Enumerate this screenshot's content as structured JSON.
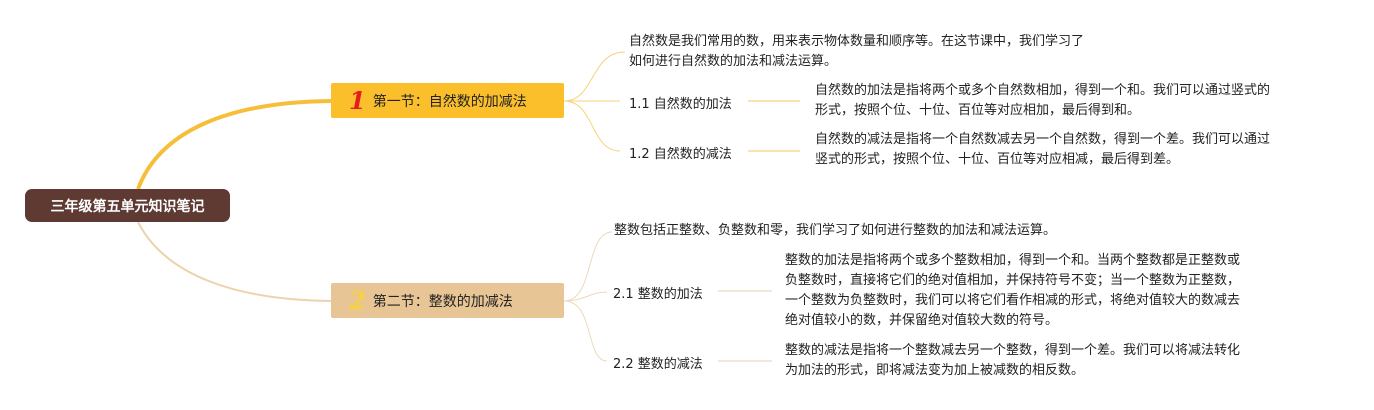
{
  "root": {
    "label": "三年级第五单元知识笔记"
  },
  "sections": [
    {
      "number": "1",
      "title": "第一节：自然数的加减法",
      "intro": [
        "自然数是我们常用的数，用来表示物体数量和顺序等。在这节课中，我们学习了",
        "如何进行自然数的加法和减法运算。"
      ],
      "items": [
        {
          "label": "1.1 自然数的加法",
          "desc": [
            "自然数的加法是指将两个或多个自然数相加，得到一个和。我们可以通过竖式的",
            "形式，按照个位、十位、百位等对应相加，最后得到和。"
          ]
        },
        {
          "label": "1.2 自然数的减法",
          "desc": [
            "自然数的减法是指将一个自然数减去另一个自然数，得到一个差。我们可以通过",
            "竖式的形式，按照个位、十位、百位等对应相减，最后得到差。"
          ]
        }
      ]
    },
    {
      "number": "2",
      "title": "第二节：整数的加减法",
      "intro": [
        "整数包括正整数、负整数和零，我们学习了如何进行整数的加法和减法运算。"
      ],
      "items": [
        {
          "label": "2.1 整数的加法",
          "desc": [
            "整数的加法是指将两个或多个整数相加，得到一个和。当两个整数都是正整数或",
            "负整数时，直接将它们的绝对值相加，并保持符号不变；当一个整数为正整数，",
            "一个整数为负整数时，我们可以将它们看作相减的形式，将绝对值较大的数减去",
            "绝对值较小的数，并保留绝对值较大数的符号。"
          ]
        },
        {
          "label": "2.2 整数的减法",
          "desc": [
            "整数的减法是指将一个整数减去另一个整数，得到一个差。我们可以将减法转化",
            "为加法的形式，即将减法变为加上被减数的相反数。"
          ]
        }
      ]
    }
  ],
  "colors": {
    "root": "#5e3a33",
    "branch1": "#fbbf2c",
    "branch2": "#e8c595",
    "line1": "#f6c244",
    "line2": "#e9cfa8",
    "number1": "#e51d1d",
    "number2": "#f7d23c"
  }
}
